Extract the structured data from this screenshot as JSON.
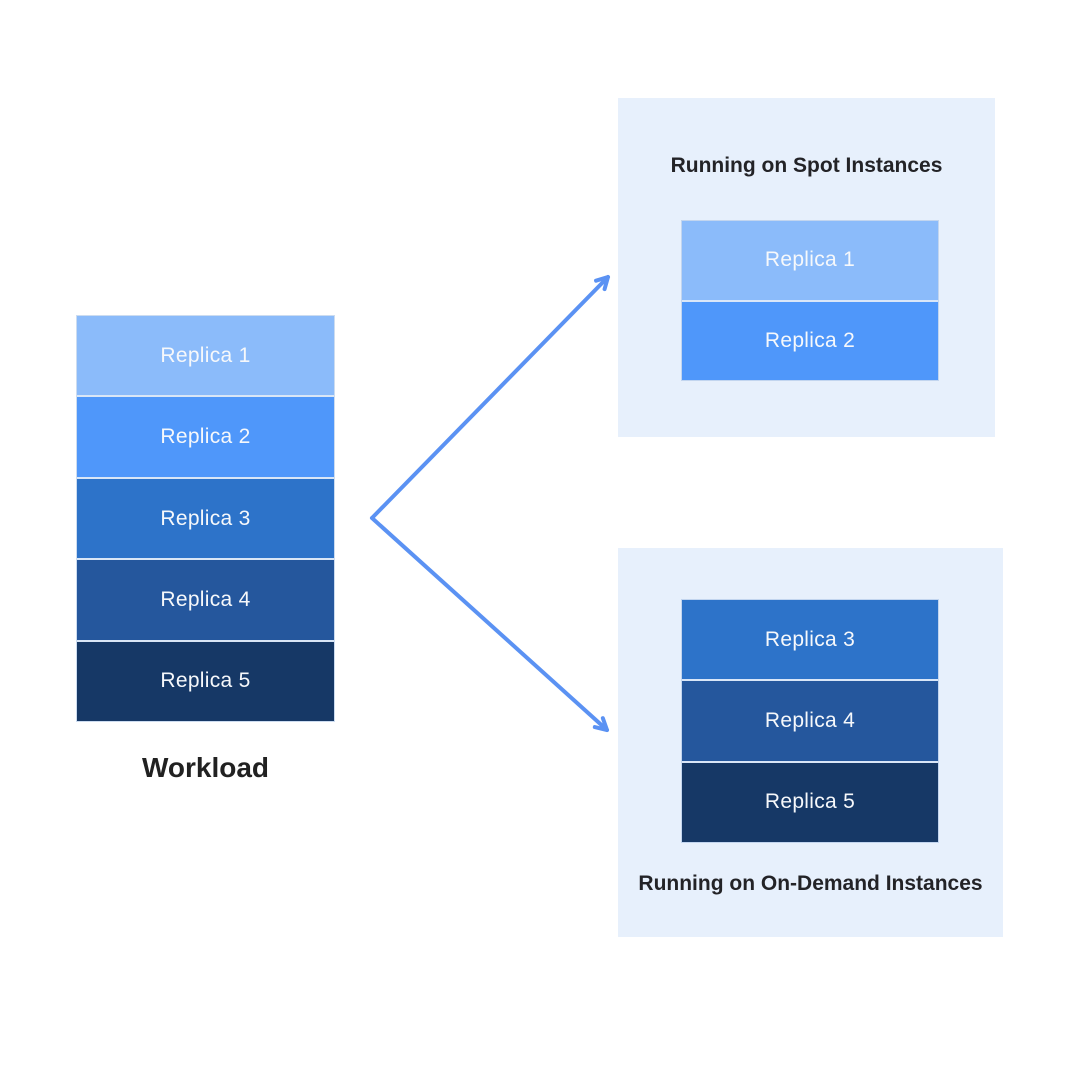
{
  "workload": {
    "label": "Workload",
    "replicas": [
      {
        "label": "Replica 1",
        "color": "#8bbbfa"
      },
      {
        "label": "Replica 2",
        "color": "#4f97fa"
      },
      {
        "label": "Replica 3",
        "color": "#2d73c9"
      },
      {
        "label": "Replica 4",
        "color": "#25579d"
      },
      {
        "label": "Replica 5",
        "color": "#163866"
      }
    ]
  },
  "spot_panel": {
    "title": "Running on Spot Instances",
    "replicas": [
      {
        "label": "Replica 1",
        "color": "#8bbbfa"
      },
      {
        "label": "Replica 2",
        "color": "#4f97fa"
      }
    ]
  },
  "ondemand_panel": {
    "title": "Running on On-Demand Instances",
    "replicas": [
      {
        "label": "Replica 3",
        "color": "#2d73c9"
      },
      {
        "label": "Replica 4",
        "color": "#25579d"
      },
      {
        "label": "Replica 5",
        "color": "#163866"
      }
    ]
  },
  "colors": {
    "canvas_background": "#ffffff",
    "panel_background": "#e7f0fc",
    "arrow": "#5b92f3",
    "replica_text": "#f6f8fb",
    "title_text": "#232327"
  }
}
